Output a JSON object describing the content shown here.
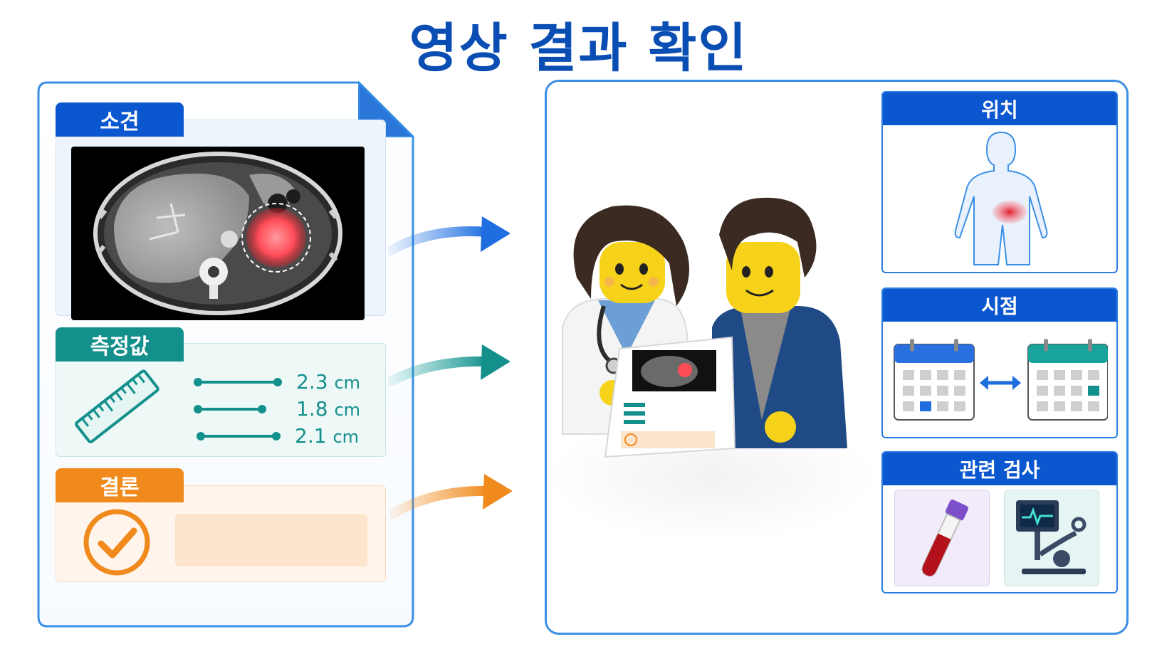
{
  "title": "영상 결과 확인",
  "sections": {
    "findings_label": "소견",
    "measurements_label": "측정값",
    "conclusion_label": "결론"
  },
  "measurements": [
    {
      "value": "2.3",
      "unit": "cm"
    },
    {
      "value": "1.8",
      "unit": "cm"
    },
    {
      "value": "2.1",
      "unit": "cm"
    }
  ],
  "right_cards": {
    "location_label": "위치",
    "timepoint_label": "시점",
    "related_tests_label": "관련 검사"
  },
  "colors": {
    "blue": "#0b57cf",
    "teal": "#14908c",
    "orange": "#f08a1c",
    "title": "#0a4db3"
  }
}
